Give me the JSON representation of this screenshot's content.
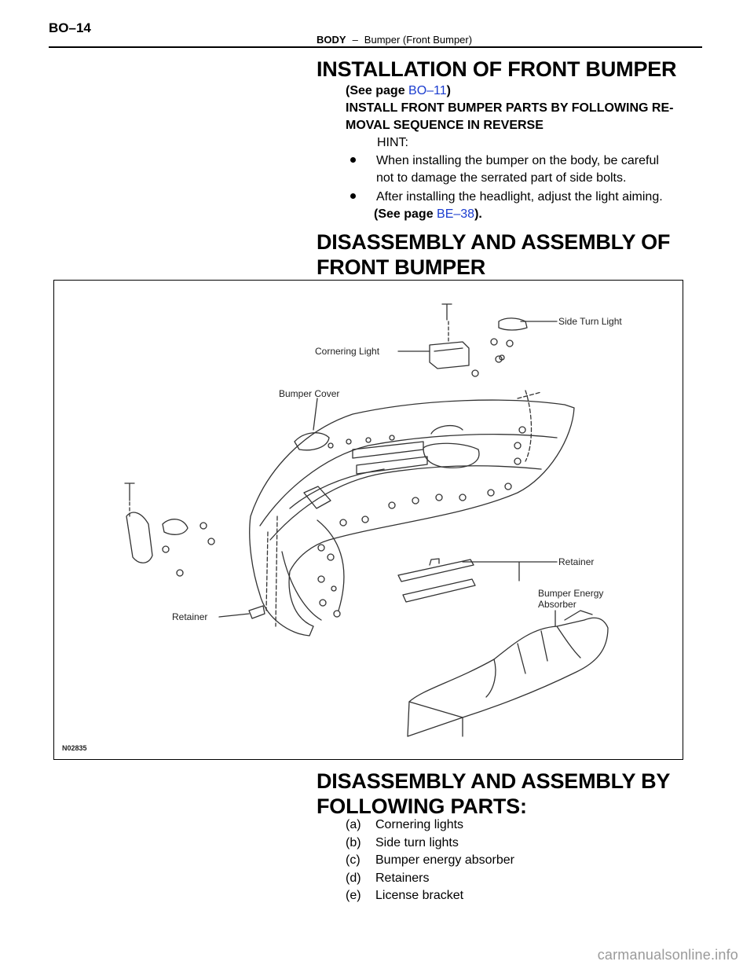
{
  "header": {
    "page_code": "BO–14",
    "section": "BODY",
    "separator": "–",
    "subsection": "Bumper (Front Bumper)"
  },
  "installation": {
    "title": "INSTALLATION OF FRONT BUMPER",
    "see_prefix": "(See page ",
    "see_link": "BO–11",
    "see_suffix": ")",
    "instruction_line1": "INSTALL FRONT BUMPER PARTS BY FOLLOWING RE-",
    "instruction_line2": "MOVAL SEQUENCE IN REVERSE",
    "hint_label": "HINT:",
    "bullet1_line1": "When installing the bumper on the body, be careful",
    "bullet1_line2": "not to damage the serrated part of side bolts.",
    "bullet2_line1": "After installing the headlight, adjust the light aiming.",
    "see2_prefix": "(See page ",
    "see2_link": "BE–38",
    "see2_suffix": ")."
  },
  "disassembly": {
    "title_line1": "DISASSEMBLY AND ASSEMBLY OF",
    "title_line2": "FRONT BUMPER"
  },
  "figure": {
    "labels": {
      "side_turn_light": "Side Turn Light",
      "cornering_light": "Cornering Light",
      "bumper_cover": "Bumper Cover",
      "retainer_right": "Retainer",
      "bumper_energy_line1": "Bumper Energy",
      "bumper_energy_line2": "Absorber",
      "retainer_left": "Retainer"
    },
    "code": "N02835"
  },
  "parts": {
    "title_line1": "DISASSEMBLY AND ASSEMBLY BY",
    "title_line2": "FOLLOWING PARTS:",
    "items": [
      {
        "label": "(a)",
        "text": "Cornering lights"
      },
      {
        "label": "(b)",
        "text": "Side turn lights"
      },
      {
        "label": "(c)",
        "text": "Bumper energy absorber"
      },
      {
        "label": "(d)",
        "text": "Retainers"
      },
      {
        "label": "(e)",
        "text": "License bracket"
      }
    ]
  },
  "watermark": "carmanualsonline.info"
}
